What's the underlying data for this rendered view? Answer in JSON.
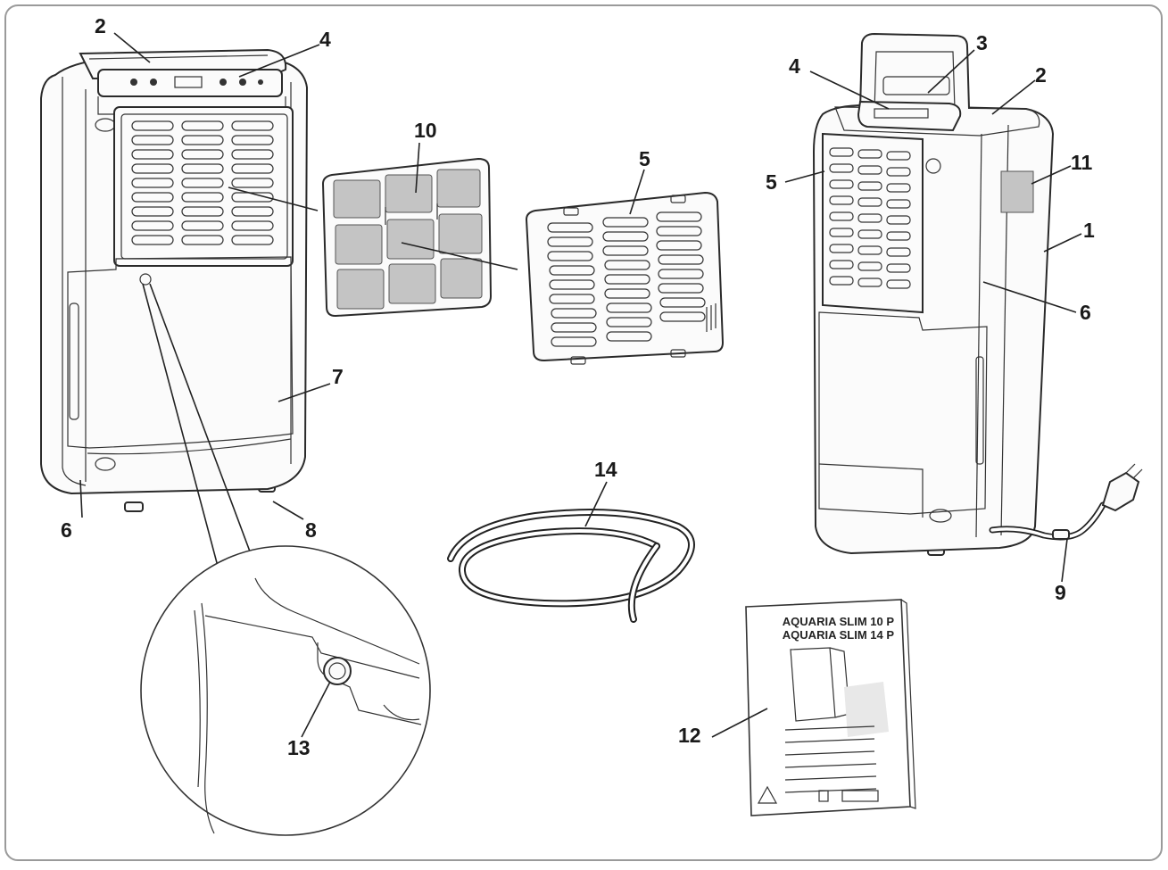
{
  "figure": {
    "callouts": {
      "c1": "1",
      "c2a": "2",
      "c2b": "2",
      "c3": "3",
      "c4a": "4",
      "c4b": "4",
      "c5a": "5",
      "c5b": "5",
      "c6a": "6",
      "c6b": "6",
      "c7": "7",
      "c8": "8",
      "c9": "9",
      "c10": "10",
      "c11": "11",
      "c12": "12",
      "c13": "13",
      "c14": "14"
    },
    "manual": {
      "title_line1": "AQUARIA SLIM 10 P",
      "title_line2": "AQUARIA SLIM 14 P"
    }
  },
  "colors": {
    "line": "#222222",
    "frame": "#9a9a9a",
    "filter_gray": "#c4c4c4",
    "paper": "#ffffff"
  }
}
